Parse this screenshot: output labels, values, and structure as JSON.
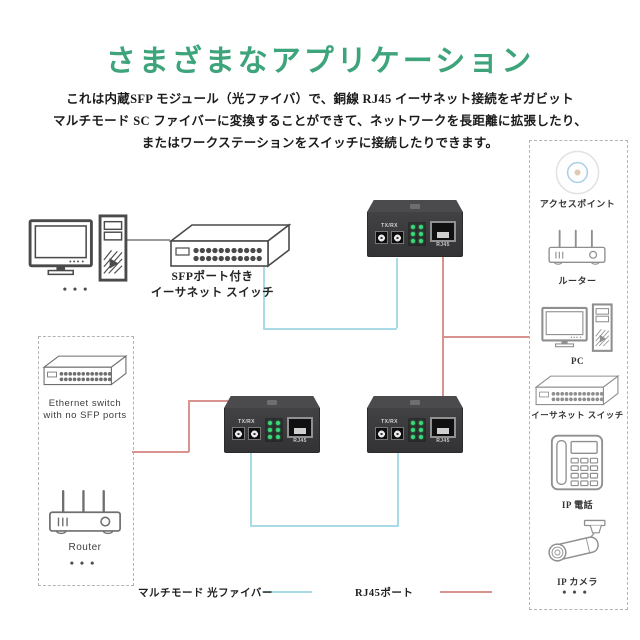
{
  "title": "さまざまなアプリケーション",
  "description": {
    "lines": [
      "これは内蔵SFP モジュール（光ファイバ）で、銅線 RJ45 イーサネット接続をギガビット",
      "マルチモード SC ファイバーに変換することができて、ネットワークを長距離に拡張したり、",
      "またはワークステーションをスイッチに接続したりできます。"
    ]
  },
  "colors": {
    "title_green": "#3EA47C",
    "fiber_line": "#A9DBE7",
    "rj45_line": "#D9938F"
  },
  "diagram": {
    "pc_dots": "•••",
    "sfp_switch_label_line1": "SFPポート付き",
    "sfp_switch_label_line2": "イーサネット スイッチ",
    "left_box": {
      "switch_label_line1": "Ethernet switch",
      "switch_label_line2": "with no SFP ports",
      "router_label": "Router",
      "dots": "•••"
    },
    "converter": {
      "fiber_label": "TX/RX",
      "rj45_label": "RJ45"
    }
  },
  "sidebar": {
    "items": [
      {
        "label": "アクセスポイント"
      },
      {
        "label": "ルーター"
      },
      {
        "label": "PC"
      },
      {
        "label": "イーサネット スイッチ"
      },
      {
        "label": "IP 電話"
      },
      {
        "label": "IP カメラ"
      }
    ],
    "dots": "•••"
  },
  "legend": {
    "fiber_label": "マルチモード 光ファイバー",
    "rj45_label": "RJ45ポート"
  }
}
